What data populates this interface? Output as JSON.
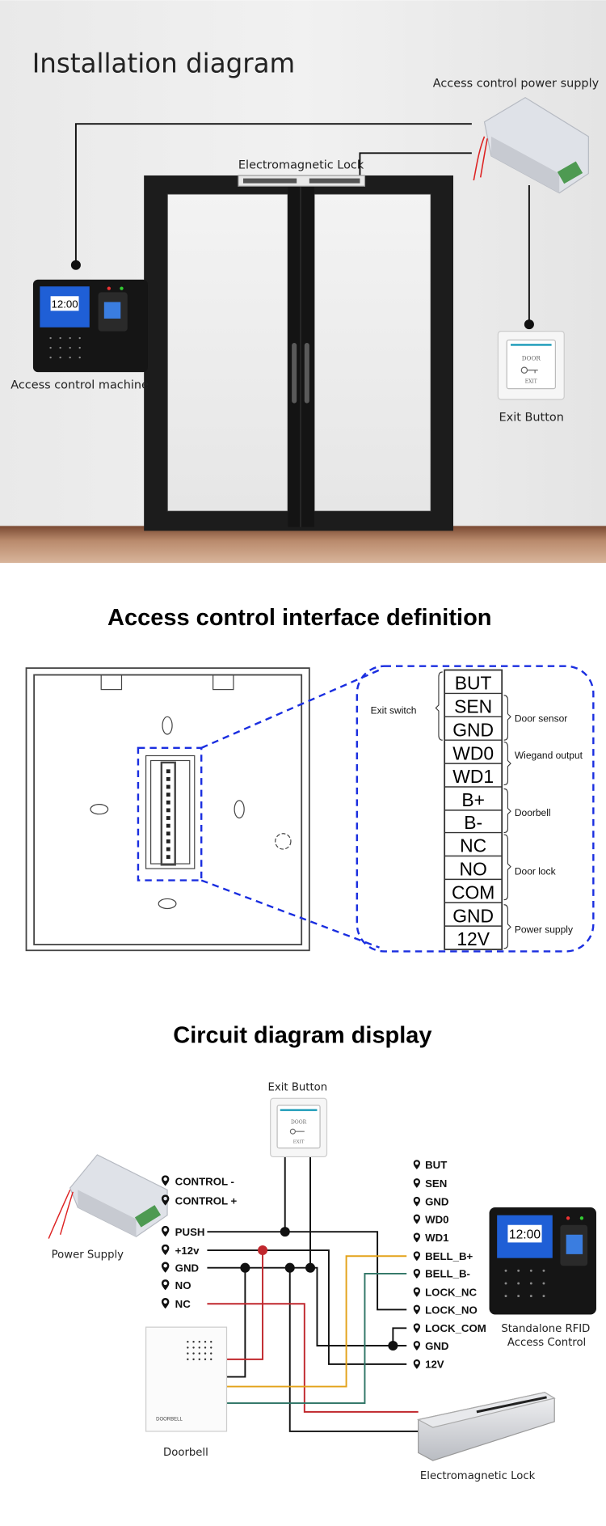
{
  "installation": {
    "title": "Installation diagram",
    "power_supply_label": "Access control power supply",
    "lock_label": "Electromagnetic Lock",
    "machine_label": "Access control machine",
    "exit_button_label": "Exit Button",
    "machine_clock": "12:00",
    "exit_button_top": "DOOR",
    "exit_button_bottom": "EXIT"
  },
  "interface": {
    "title": "Access control interface definition",
    "pins": [
      "BUT",
      "SEN",
      "GND",
      "WD0",
      "WD1",
      "B+",
      "B-",
      "NC",
      "NO",
      "COM",
      "GND",
      "12V"
    ],
    "groups": {
      "exit_switch": "Exit switch",
      "door_sensor": "Door sensor",
      "wiegand": "Wiegand output",
      "doorbell": "Doorbell",
      "door_lock": "Door lock",
      "power": "Power supply"
    }
  },
  "circuit": {
    "title": "Circuit diagram display",
    "exit_button_label": "Exit Button",
    "power_supply_label": "Power Supply",
    "doorbell_label": "Doorbell",
    "doorbell_brand": "DOORBELL",
    "lock_label": "Electromagnetic Lock",
    "rfid_label_1": "Standalone RFID",
    "rfid_label_2": "Access Control",
    "rfid_clock": "12:00",
    "power_terminals": [
      "CONTROL -",
      "CONTROL +",
      "PUSH",
      "+12v",
      "GND",
      "NO",
      "NC"
    ],
    "controller_terminals": [
      "BUT",
      "SEN",
      "GND",
      "WD0",
      "WD1",
      "BELL_B+",
      "BELL_B-",
      "LOCK_NC",
      "LOCK_NO",
      "LOCK_COM",
      "GND",
      "12V"
    ],
    "wire_colors": {
      "black": "#111111",
      "red": "#c0272d",
      "orange": "#e3a21a",
      "green": "#2f7566"
    }
  }
}
